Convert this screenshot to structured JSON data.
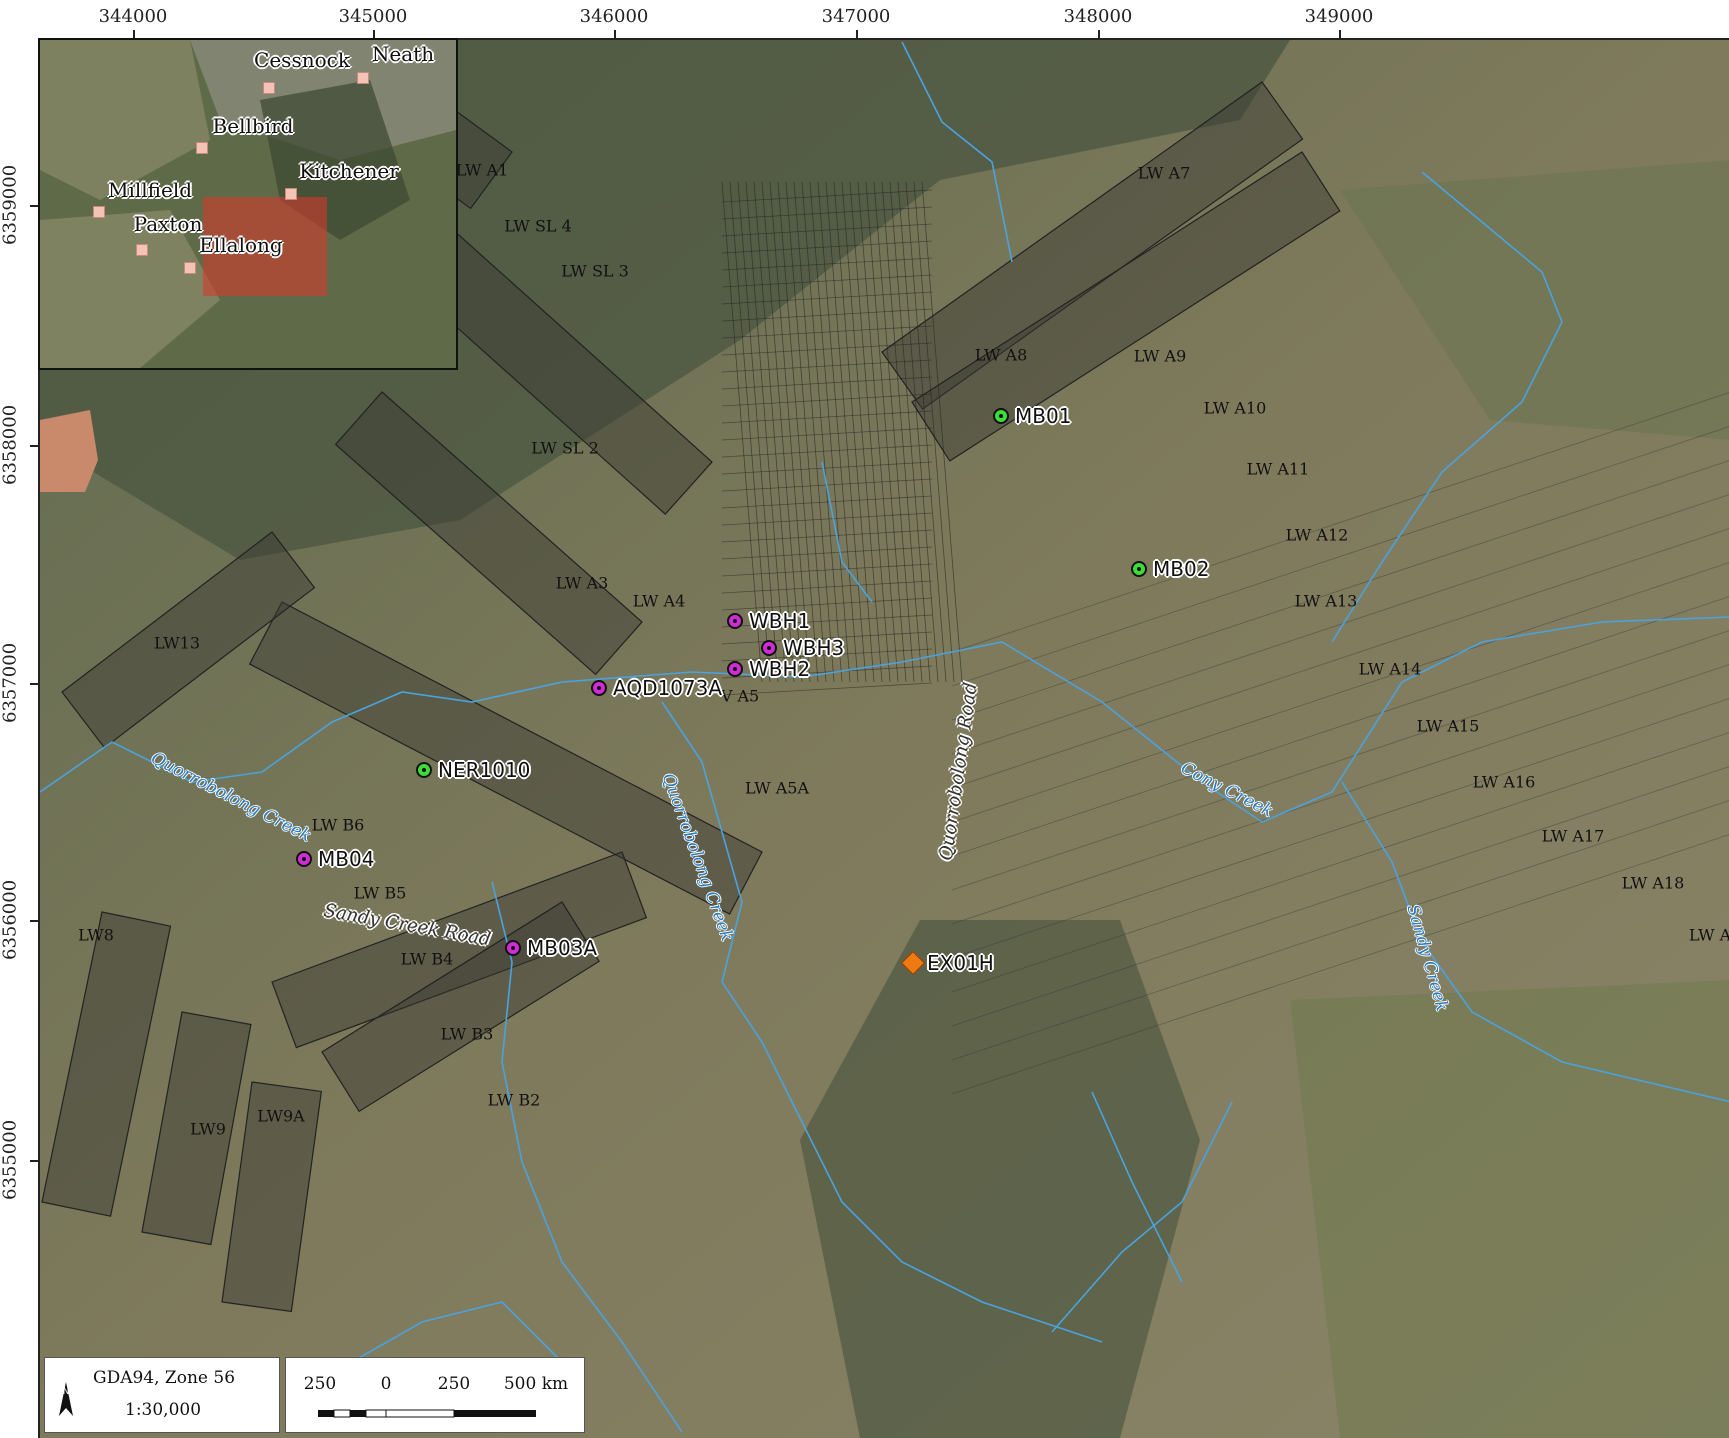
{
  "axes": {
    "x_ticks": [
      "344000",
      "345000",
      "346000",
      "347000",
      "348000",
      "349000"
    ],
    "y_ticks": [
      "6359000",
      "6358000",
      "6357000",
      "6356000",
      "6355000"
    ]
  },
  "longwalls": [
    "LW A1",
    "LW A7",
    "LW SL 4",
    "LW SL 3",
    "LW A8",
    "LW A9",
    "LW A10",
    "LW A11",
    "LW SL 2",
    "LW A12",
    "LW A3",
    "LW A13",
    "LW A4",
    "LW13",
    "LW A14",
    "V A5",
    "LW A15",
    "LW A5A",
    "LW A16",
    "LW B6",
    "LW A17",
    "LW A18",
    "LW B5",
    "LW A",
    "LW8",
    "LW B4",
    "LW B3",
    "LW B2",
    "LW9A",
    "LW9"
  ],
  "bores": [
    {
      "name": "MB01",
      "type": "green"
    },
    {
      "name": "MB02",
      "type": "green"
    },
    {
      "name": "WBH1",
      "type": "magenta"
    },
    {
      "name": "WBH3",
      "type": "magenta"
    },
    {
      "name": "WBH2",
      "type": "magenta"
    },
    {
      "name": "AQD1073A",
      "type": "magenta"
    },
    {
      "name": "NER1010",
      "type": "green"
    },
    {
      "name": "MB04",
      "type": "magenta"
    },
    {
      "name": "MB03A",
      "type": "magenta"
    },
    {
      "name": "EX01H",
      "type": "orange"
    }
  ],
  "waterways": [
    "Quorrobolong Creek",
    "Quorrobolong Creek",
    "Cony Creek",
    "Sandy Creek"
  ],
  "roads": [
    "Quorrobolong Road",
    "Sandy Creek Road"
  ],
  "inset": {
    "towns": [
      "Cessnock",
      "Neath",
      "Bellbird",
      "Kitchener",
      "Millfield",
      "Paxton",
      "Ellalong"
    ]
  },
  "legend": {
    "datum": "GDA94, Zone 56",
    "scale_ratio": "1:30,000",
    "scale_values": [
      "250",
      "0",
      "250",
      "500 km"
    ]
  },
  "colors": {
    "green_bore": "#3ddc3a",
    "magenta_bore": "#d02bd6",
    "orange_bore": "#f07a12",
    "creek": "#4aa3df",
    "panel_fill": "#3a3a33",
    "inset_extent": "#d23a2e"
  },
  "icons": {
    "north_arrow": "north-arrow-icon"
  }
}
